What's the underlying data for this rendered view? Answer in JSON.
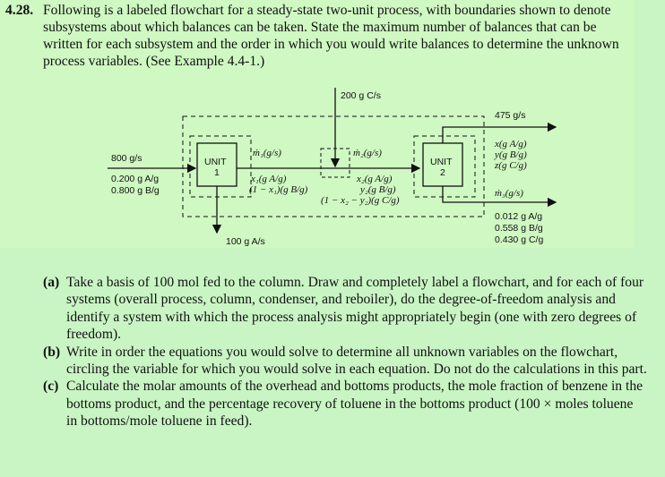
{
  "problem": {
    "number": "4.28.",
    "text": "Following is a labeled flowchart for a steady-state two-unit process, with boundaries shown to denote subsystems about which balances can be taken. State the maximum number of balances that can be written for each subsystem and the order in which you would write balances to determine the unknown process variables. (See Example 4.4-1.)"
  },
  "flowchart": {
    "feed_top": "200 g C/s",
    "feed_left": {
      "rate": "800 g/s",
      "a": "0.200 g A/g",
      "b": "0.800 g B/g"
    },
    "unit1": {
      "line1": "UNIT",
      "line2": "1"
    },
    "unit2": {
      "line1": "UNIT",
      "line2": "2"
    },
    "stream1": {
      "rate": "ṁ₁(g/s)",
      "x": "x₁(g A/g)",
      "rest": "(1 − x₁)(g B/g)"
    },
    "stream2": {
      "rate": "ṁ₂(g/s)",
      "x": "x₂(g A/g)",
      "y": "y₂(g B/g)",
      "rest": "(1 − x₂ − y₂)(g C/g)"
    },
    "bottom_out": "100 g A/s",
    "out_top": {
      "rate": "475 g/s",
      "a": "x(g A/g)",
      "b": "y(g B/g)",
      "c": "z(g C/g)"
    },
    "out_bottom": {
      "rate": "ṁ₃(g/s)",
      "a": "0.012 g A/g",
      "b": "0.558 g B/g",
      "c": "0.430 g C/g"
    }
  },
  "questions": [
    {
      "tag": "(a)",
      "text": "Take a basis of 100 mol fed to the column. Draw and completely label a flowchart, and for each of four systems (overall process, column, condenser, and reboiler), do the degree-of-freedom analysis and identify a system with which the process analysis might appropriately begin (one with zero degrees of freedom)."
    },
    {
      "tag": "(b)",
      "text": "Write in order the equations you would solve to determine all unknown variables on the flowchart, circling the variable for which you would solve in each equation. Do not do the calculations in this part."
    },
    {
      "tag": "(c)",
      "text": "Calculate the molar amounts of the overhead and bottoms products, the mole fraction of benzene in the bottoms product, and the percentage recovery of toluene in the bottoms product (100 × moles toluene in bottoms/mole toluene in feed)."
    }
  ]
}
